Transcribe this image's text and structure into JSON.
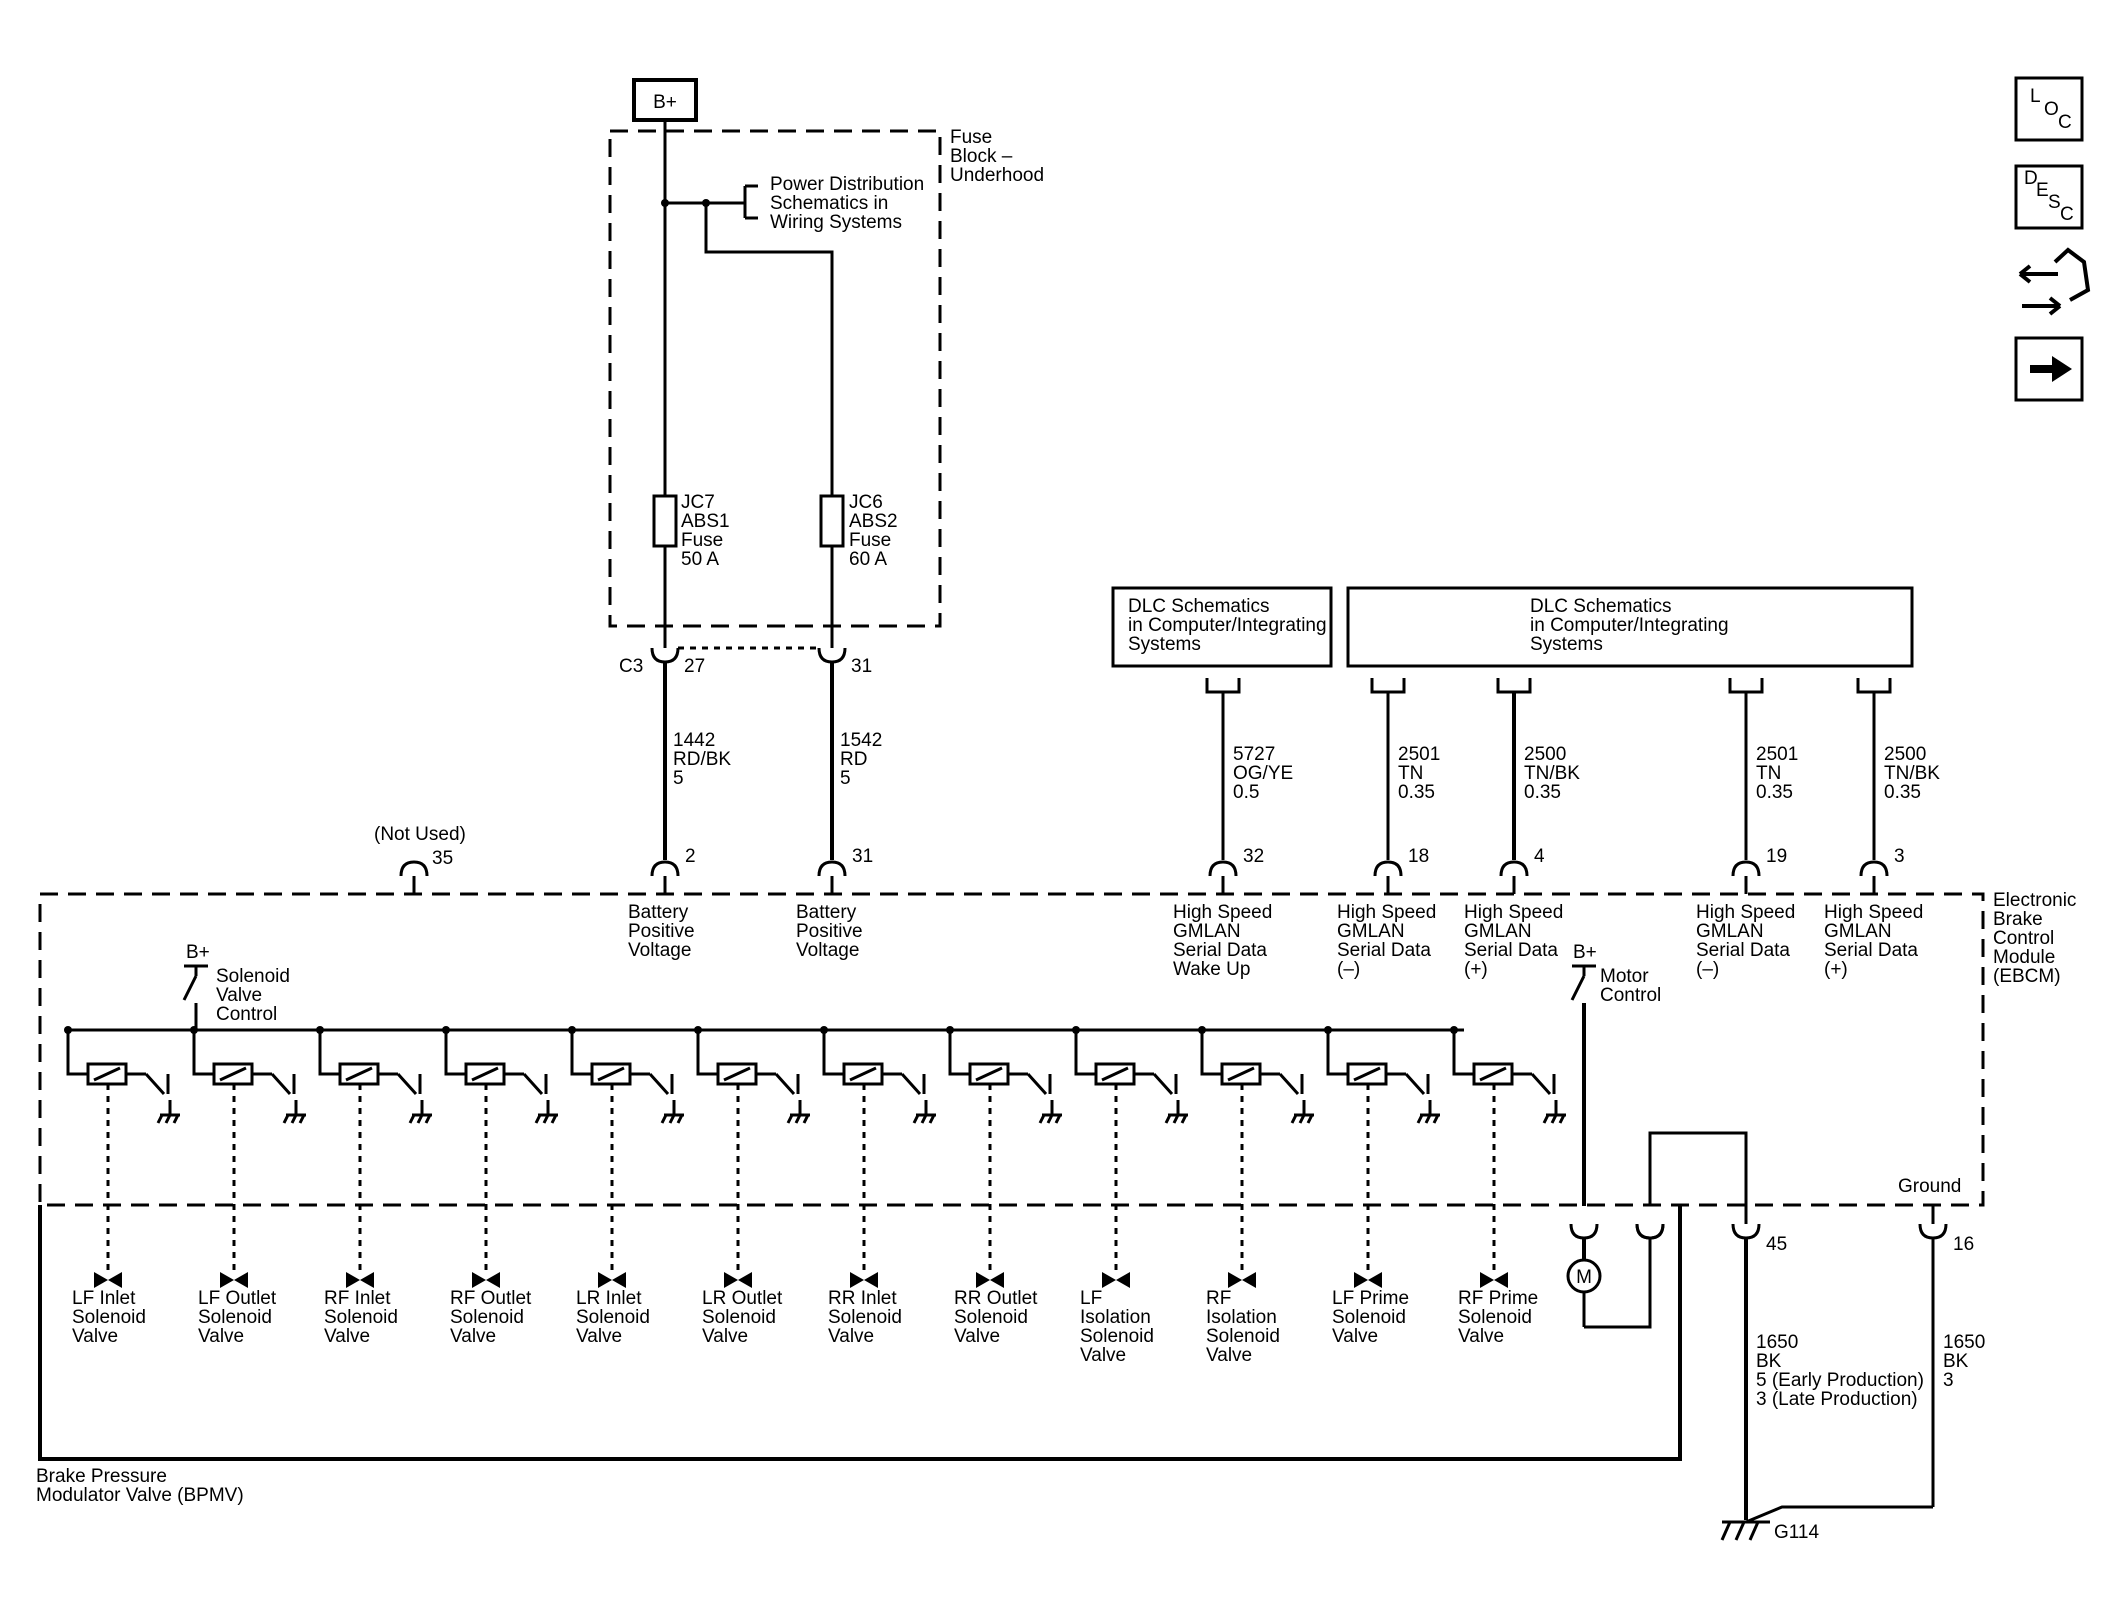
{
  "power": {
    "source_label": "B+",
    "fuse_block_label": [
      "Fuse",
      "Block –",
      "Underhood"
    ],
    "power_dist_note": [
      "Power Distribution",
      "Schematics in",
      "Wiring Systems"
    ],
    "fuse1": [
      "JC7",
      "ABS1",
      "Fuse",
      "50 A"
    ],
    "fuse2": [
      "JC6",
      "ABS2",
      "Fuse",
      "60 A"
    ],
    "connector_c3": "C3",
    "c3_pin1": "27",
    "c3_pin2": "31",
    "wire1": [
      "1442",
      "RD/BK",
      "5"
    ],
    "wire2": [
      "1542",
      "RD",
      "5"
    ]
  },
  "dlc": {
    "box1": [
      "DLC Schematics",
      "in Computer/Integrating",
      "Systems"
    ],
    "box2": [
      "DLC Schematics",
      "in Computer/Integrating",
      "Systems"
    ]
  },
  "ebcm": {
    "label": [
      "Electronic",
      "Brake",
      "Control",
      "Module",
      "(EBCM)"
    ],
    "not_used_label": "(Not Used)",
    "not_used_pin": "35",
    "pins": [
      {
        "pin": "2",
        "label": [
          "Battery",
          "Positive",
          "Voltage"
        ]
      },
      {
        "pin": "31",
        "label": [
          "Battery",
          "Positive",
          "Voltage"
        ]
      },
      {
        "pin": "32",
        "wire": [
          "5727",
          "OG/YE",
          "0.5"
        ],
        "label": [
          "High Speed",
          "GMLAN",
          "Serial Data",
          "Wake Up"
        ]
      },
      {
        "pin": "18",
        "wire": [
          "2501",
          "TN",
          "0.35"
        ],
        "label": [
          "High Speed",
          "GMLAN",
          "Serial Data",
          "(–)"
        ]
      },
      {
        "pin": "4",
        "wire": [
          "2500",
          "TN/BK",
          "0.35"
        ],
        "label": [
          "High Speed",
          "GMLAN",
          "Serial Data",
          "(+)"
        ]
      },
      {
        "pin": "19",
        "wire": [
          "2501",
          "TN",
          "0.35"
        ],
        "label": [
          "High Speed",
          "GMLAN",
          "Serial Data",
          "(–)"
        ]
      },
      {
        "pin": "3",
        "wire": [
          "2500",
          "TN/BK",
          "0.35"
        ],
        "label": [
          "High Speed",
          "GMLAN",
          "Serial Data",
          "(+)"
        ]
      }
    ],
    "bplus_label": "B+",
    "solenoid_control_label": [
      "Solenoid",
      "Valve",
      "Control"
    ],
    "motor_control_label": [
      "Motor",
      "Control"
    ],
    "ground_label": "Ground"
  },
  "valves": [
    [
      "LF Inlet",
      "Solenoid",
      "Valve"
    ],
    [
      "LF Outlet",
      "Solenoid",
      "Valve"
    ],
    [
      "RF Inlet",
      "Solenoid",
      "Valve"
    ],
    [
      "RF Outlet",
      "Solenoid",
      "Valve"
    ],
    [
      "LR Inlet",
      "Solenoid",
      "Valve"
    ],
    [
      "LR Outlet",
      "Solenoid",
      "Valve"
    ],
    [
      "RR Inlet",
      "Solenoid",
      "Valve"
    ],
    [
      "RR Outlet",
      "Solenoid",
      "Valve"
    ],
    [
      "LF",
      "Isolation",
      "Solenoid",
      "Valve"
    ],
    [
      "RF",
      "Isolation",
      "Solenoid",
      "Valve"
    ],
    [
      "LF Prime",
      "Solenoid",
      "Valve"
    ],
    [
      "RF Prime",
      "Solenoid",
      "Valve"
    ]
  ],
  "bpmv_label": [
    "Brake Pressure",
    "Modulator Valve (BPMV)"
  ],
  "motor_symbol": "M",
  "ground": {
    "pin_a": "45",
    "pin_b": "16",
    "wire_a": [
      "1650",
      "BK",
      "5 (Early Production)",
      "3 (Late Production)"
    ],
    "wire_b": [
      "1650",
      "BK",
      "3"
    ],
    "ground_point": "G114"
  },
  "side_buttons": {
    "loc": [
      "L",
      "O",
      "C"
    ],
    "desc": [
      "D",
      "E",
      "S",
      "C"
    ]
  }
}
